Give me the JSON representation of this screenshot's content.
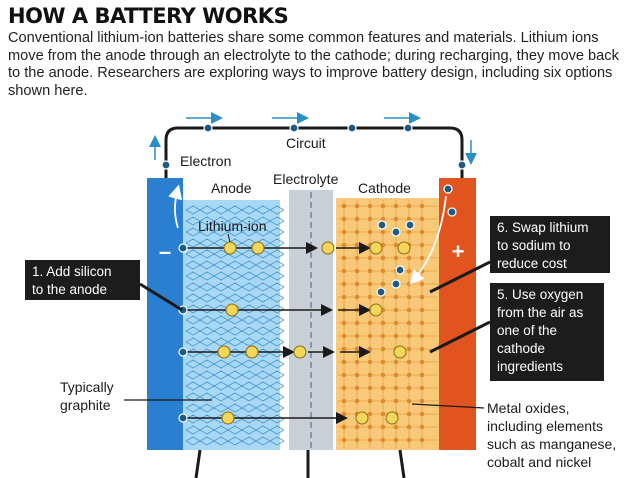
{
  "title": "HOW A BATTERY WORKS",
  "intro": "Conventional lithium-ion batteries share some common features and materials. Lithium ions move from the anode through an electrolyte to the cathode; during recharging, they move back to the anode. Researchers are exploring ways to improve battery design, including six options shown here.",
  "labels": {
    "circuit": "Circuit",
    "electron": "Electron",
    "anode": "Anode",
    "electrolyte": "Electrolyte",
    "cathode": "Cathode",
    "lithium_ion": "Lithium-ion",
    "minus": "–",
    "plus": "+",
    "graphite_1": "Typically",
    "graphite_2": "graphite",
    "metal_1": "Metal oxides,",
    "metal_2": "including elements",
    "metal_3": "such as manganese,",
    "metal_4": "cobalt and nickel"
  },
  "callouts": {
    "c1": [
      "1. Add silicon",
      "to the anode"
    ],
    "c6": [
      "6. Swap lithium",
      "to sodium to",
      "reduce cost"
    ],
    "c5": [
      "5. Use oxygen",
      "from the air as",
      "one of the",
      "cathode",
      "ingredients"
    ]
  },
  "colors": {
    "anode_terminal": "#2b7fd0",
    "cathode_terminal": "#e2541f",
    "anode_layer": "#a9d8f5",
    "electrolyte": "#c9cfd6",
    "cathode_layer": "#f9c97a",
    "lithium_ion": "#f3d65a",
    "electron": "#1f5a82",
    "callout_box": "#1c1c1c"
  }
}
